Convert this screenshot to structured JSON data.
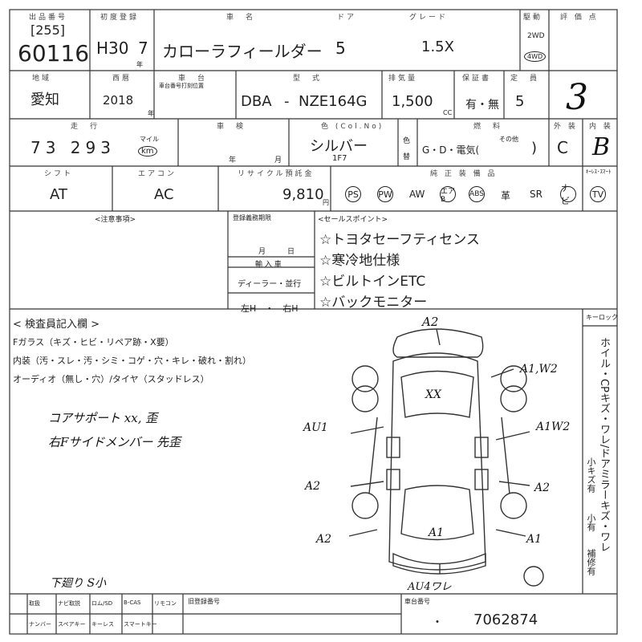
{
  "header": {
    "top_label": "出品番号",
    "year_label": "初度登録",
    "car_name_label": "車　名",
    "door_label": "ドア",
    "grade_label": "グレード",
    "drive_label": "駆動",
    "score_label": "評 価 点",
    "nengou_label": "年",
    "lot_prefix": "[255]",
    "lot_number": "60116",
    "reg_era_year": "H30",
    "reg_month": "7",
    "car_name": "カローラフィールダー",
    "doors": "5",
    "grade": "1.5X",
    "drive_2wd": "2WD",
    "drive_4wd": "4WD"
  },
  "row2": {
    "region_label": "地域",
    "model_year_label": "西暦",
    "chassis_label": "車　台",
    "chassis_note": "車台番号打刻位置",
    "model_label": "型　式",
    "displacement_label": "排気量",
    "option_label": "保証書",
    "seats_label": "定　員",
    "region": "愛知",
    "model_year": "2018",
    "model_prefix": "DBA",
    "model_code": "NZE164G",
    "displacement": "1,500",
    "cc": "CC",
    "warranty": "有・無",
    "seats": "5",
    "score": "3",
    "nen": "年"
  },
  "row3": {
    "mileage_label": "走　行",
    "inspection_label": "車　検",
    "color_label": "色 (Col.No)",
    "fuel_label": "燃　料",
    "exterior_label": "外 装",
    "interior_label": "内 装",
    "mileage": "73 293",
    "unit_km": "km",
    "unit_mile": "マイル",
    "year_text": "年",
    "month_text": "月",
    "color_name": "シルバー",
    "color_no": "1F7",
    "color_change_1": "色",
    "color_change_2": "替",
    "fuel": "G・D・電気(",
    "fuel_close": ")",
    "fuel_other": "その他",
    "exterior": "C",
    "interior": "B"
  },
  "row4": {
    "shift_label": "シフト",
    "ac_label": "エアコン",
    "recycle_label": "リサイクル預託金",
    "equipment_label": "純 正 装 備 品",
    "keyless_label": "ｷｰﾚｽ･ｽﾏｰﾄ",
    "shift": "AT",
    "ac": "AC",
    "recycle_fee": "9,810",
    "yen": "円",
    "equipment": [
      "PS",
      "PW",
      "AW",
      "エアB",
      "ABS",
      "革",
      "SR",
      "ナビ",
      "TV"
    ],
    "equipment_circled": [
      true,
      true,
      false,
      true,
      true,
      false,
      false,
      true,
      true
    ]
  },
  "notes": {
    "caution_label": "<注意事項>",
    "registration_label": "登録義務期限",
    "month_day": "月　　　日",
    "import_label": "輸 入 車",
    "dealer": "ディーラー・並行",
    "handle": "左H　・　右H",
    "sales_label": "<セールスポイント>",
    "sales_points": [
      "☆トヨタセーフティセンス",
      "☆寒冷地仕様",
      "☆ビルトインETC",
      "☆バックモニター"
    ]
  },
  "inspection": {
    "title": "< 検査員記入欄 >",
    "line1": "Fガラス（キズ・ヒビ・リペア跡・X要）",
    "line2": "内装（汚・スレ・汚・シミ・コゲ・穴・キレ・破れ・割れ）",
    "line3": "オーディオ（無し・穴）/タイヤ（スタッドレス）",
    "handwritten_1": "コアサポート xx, 歪",
    "handwritten_2": "右Fサイドメンバー 先歪",
    "handwritten_3": "下廻り S小",
    "keyless_side": "キーロック",
    "side_text": "ホイル・CPキズ・ワレ/ドアミラーキズ・ワレ",
    "side_text2": "小キズ有",
    "side_text3": "小有",
    "side_text4": "補修有"
  },
  "damage_marks": {
    "top": "A2",
    "hood": "XX",
    "left_front": "AU1",
    "left_mid": "A2",
    "left_rear": "A2",
    "right_front": "A1,W2",
    "right_fender": "A1W2",
    "right_mid": "A2",
    "right_rear": "A1",
    "trunk": "A1",
    "rear": "AU4ワレ"
  },
  "footer": {
    "cols": [
      "取扱",
      "ナビ取説",
      "ロム/SD",
      "B-CAS",
      "リモコン"
    ],
    "cols2": [
      "ナンバー",
      "スペアキー",
      "キーレス",
      "スマートキー"
    ],
    "prev_number_label": "旧登録番号",
    "chassis_number_label": "車台番号",
    "chassis_number": "7062874",
    "dot": "・"
  }
}
